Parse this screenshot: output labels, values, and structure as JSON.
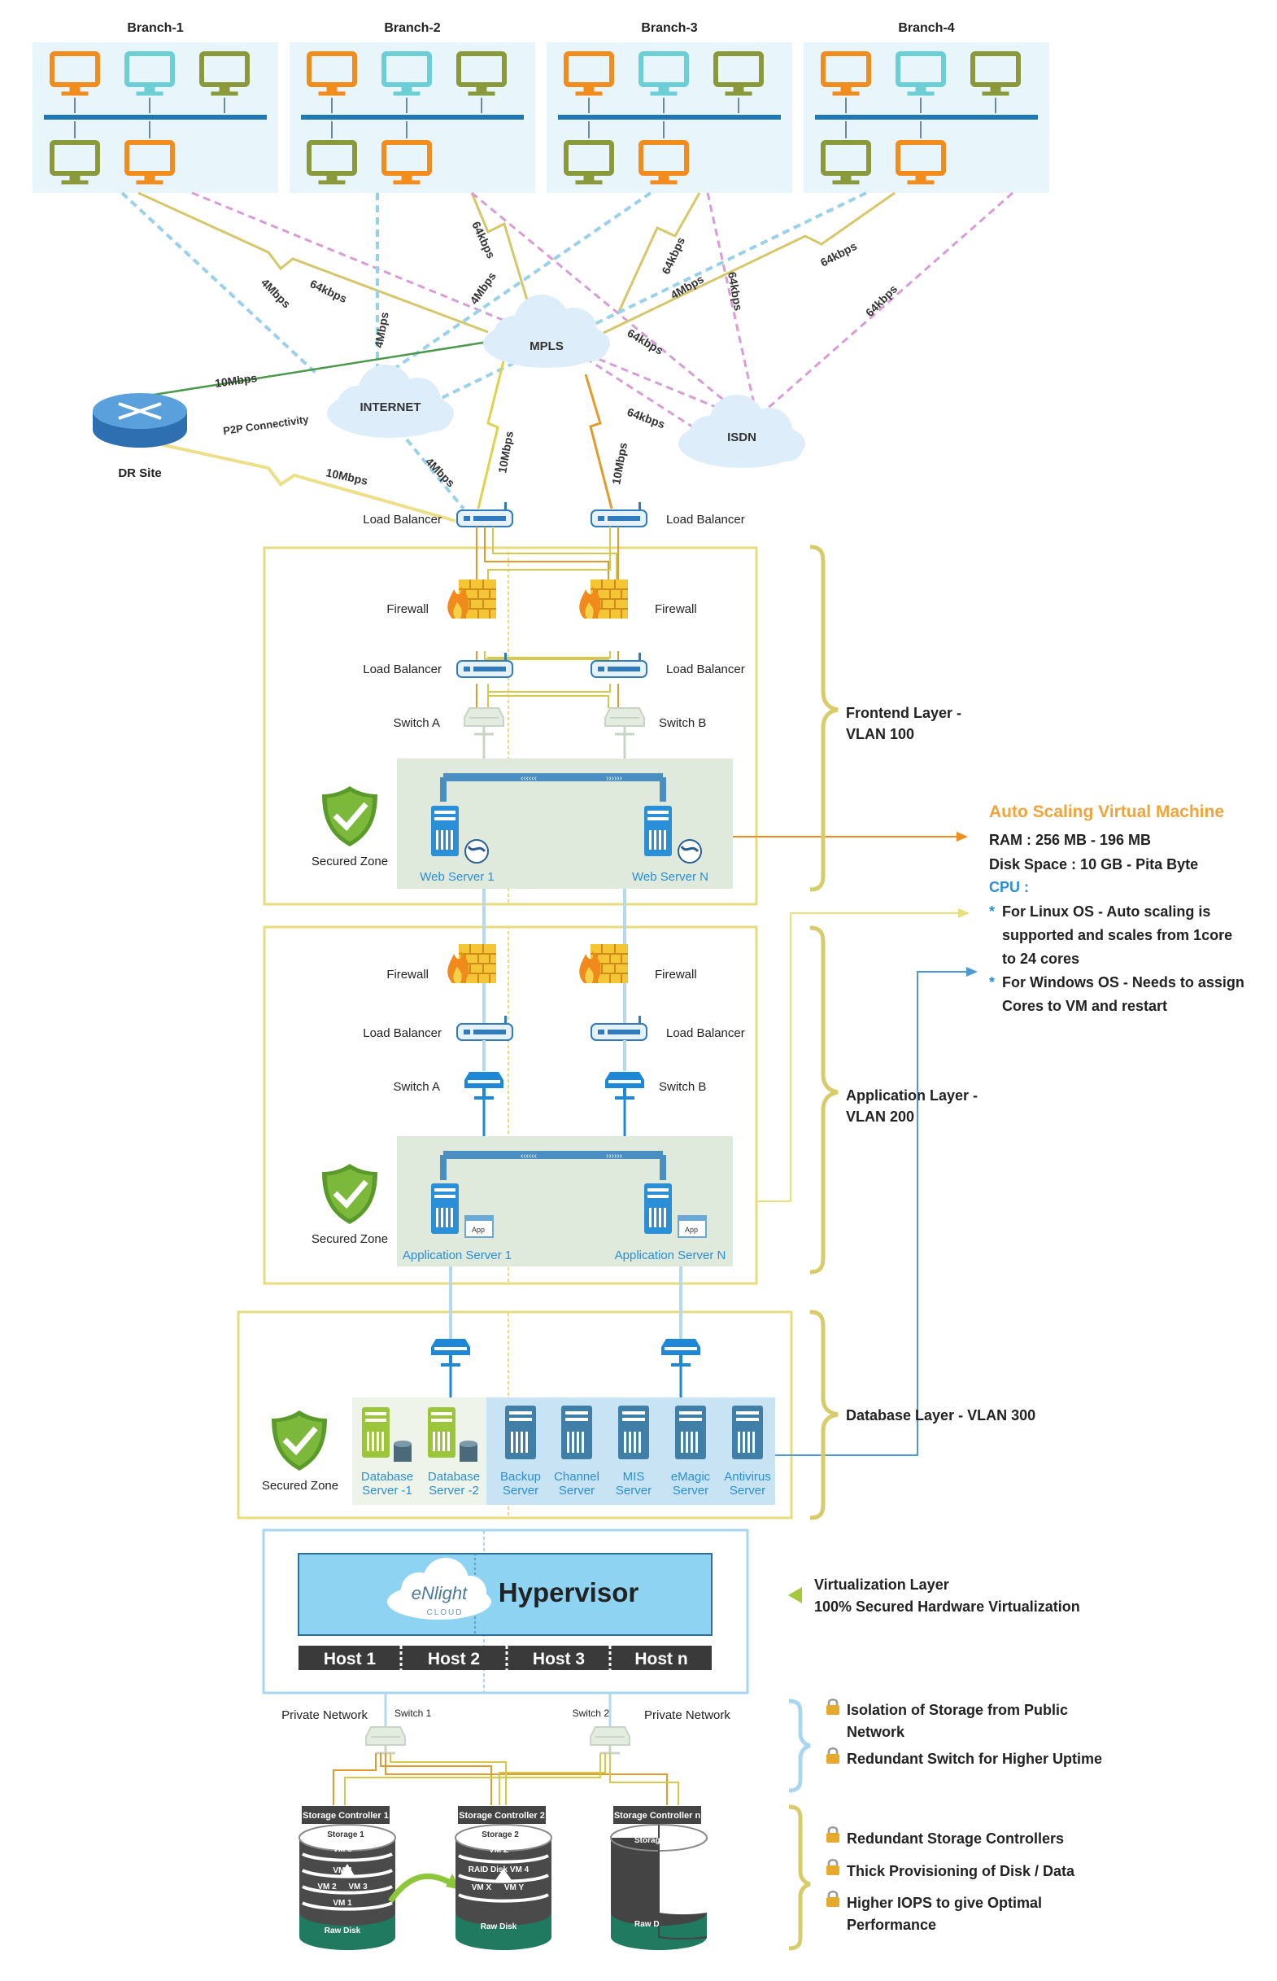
{
  "branches": [
    "Branch-1",
    "Branch-2",
    "Branch-3",
    "Branch-4"
  ],
  "clouds": {
    "mpls": "MPLS",
    "internet": "INTERNET",
    "isdn": "ISDN"
  },
  "dr_site": {
    "label": "DR Site",
    "p2p": "P2P Connectivity"
  },
  "link_labels": {
    "l10mbps": "10Mbps",
    "l4mbps": "4Mbps",
    "l64kbps": "64kbps"
  },
  "devices": {
    "load_balancer": "Load Balancer",
    "firewall": "Firewall",
    "switch_a": "Switch A",
    "switch_b": "Switch B",
    "secured_zone": "Secured Zone"
  },
  "servers": {
    "web1": "Web Server 1",
    "webn": "Web Server N",
    "app1": "Application Server 1",
    "appn": "Application Server N",
    "db": [
      {
        "l1": "Database",
        "l2": "Server -1"
      },
      {
        "l1": "Database",
        "l2": "Server -2"
      },
      {
        "l1": "Backup",
        "l2": "Server"
      },
      {
        "l1": "Channel",
        "l2": "Server"
      },
      {
        "l1": "MIS",
        "l2": "Server"
      },
      {
        "l1": "eMagic",
        "l2": "Server"
      },
      {
        "l1": "Antivirus",
        "l2": "Server"
      }
    ]
  },
  "layers": {
    "frontend_1": "Frontend Layer -",
    "frontend_2": "VLAN 100",
    "application_1": "Application Layer -",
    "application_2": "VLAN 200",
    "database": "Database Layer - VLAN 300",
    "virt_1": "Virtualization Layer",
    "virt_2": "100% Secured Hardware Virtualization"
  },
  "auto_scaling": {
    "title": "Auto Scaling Virtual Machine",
    "ram": "RAM : 256 MB - 196 MB",
    "disk": "Disk Space : 10 GB - Pita Byte",
    "cpu": "CPU :",
    "linux_1": "For Linux OS - Auto scaling is",
    "linux_2": "supported and scales from 1core",
    "linux_3": "to 24 cores",
    "win_1": "For Windows OS - Needs to assign",
    "win_2": "Cores to VM and restart"
  },
  "hypervisor": {
    "logo_1": "eNlight",
    "logo_2": "CLOUD",
    "title": "Hypervisor",
    "hosts": [
      "Host 1",
      "Host 2",
      "Host 3",
      "Host n"
    ]
  },
  "storage_net": {
    "private": "Private Network",
    "switch1": "Switch 1",
    "switch2": "Switch 2",
    "controllers": [
      "Storage Controller 1",
      "Storage Controller 2",
      "Storage Controller n"
    ],
    "s1": {
      "storage": "Storage 1",
      "vms": [
        "VM 5",
        "VM 4",
        "VM 2",
        "VM 3",
        "VM 1"
      ],
      "raw": "Raw Disk"
    },
    "s2": {
      "storage": "Storage 2",
      "vms": [
        "VM Z",
        "RAID Disk VM 4",
        "VM X",
        "VM Y"
      ],
      "raw": "Raw Disk"
    },
    "s3": {
      "storage": "Storage",
      "raw": "Raw D"
    },
    "sync": "Sync"
  },
  "notes": {
    "iso_1": "Isolation of Storage from Public",
    "iso_2": "Network",
    "redundant_switch": "Redundant Switch for Higher Uptime",
    "redundant_ctrl": "Redundant Storage Controllers",
    "thick": "Thick Provisioning of Disk / Data",
    "iops_1": "Higher IOPS to give Optimal",
    "iops_2": "Performance"
  },
  "colors": {
    "orange": "#f28c1c",
    "teal": "#6ccfd6",
    "olive": "#8a9a3a",
    "navy": "#1f78b4",
    "gold": "#d8cb6a",
    "lightblue": "#a9d6ee",
    "pink": "#d98ad6",
    "green": "#3e8f3e"
  }
}
